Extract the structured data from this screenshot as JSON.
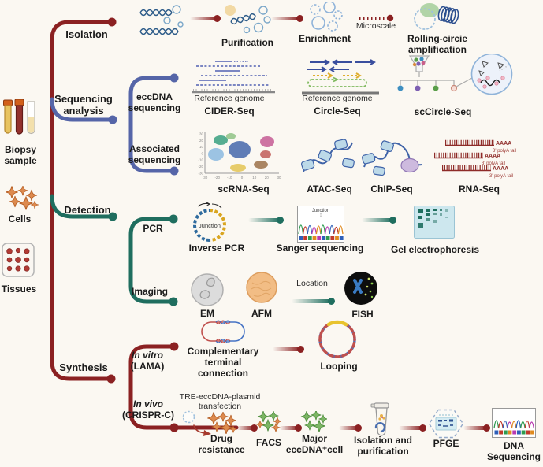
{
  "figure": {
    "bg": "#fbf8f2"
  },
  "colors": {
    "maroon": "#8b2122",
    "blue": "#5565a8",
    "teal": "#1f6e5f"
  },
  "samples": {
    "biopsy": "Biopsy\nsample",
    "cells": "Cells",
    "tissues": "Tissues"
  },
  "tree": {
    "isolation": "Isolation",
    "sequencing_analysis": "Sequencing\nanalysis",
    "detection": "Detection",
    "synthesis": "Synthesis",
    "eccdna_sequencing": "eccDNA\nsequencing",
    "associated_sequencing": "Associated\nsequencing",
    "pcr": "PCR",
    "imaging": "Imaging",
    "in_vitro": "In vitro",
    "in_vitro_sub": "(LAMA)",
    "in_vivo": "In vivo",
    "in_vivo_sub": "(CRISPR-C)"
  },
  "isolation_row": {
    "purification": "Purification",
    "enrichment": "Enrichment",
    "microscale": "Microscale",
    "rolling_circle": "Rolling-circie amplification"
  },
  "eccdna_row": {
    "cider_caption": "Reference genome",
    "cider": "CIDER-Seq",
    "circleseq_caption": "Reference genome",
    "circleseq": "Circle-Seq",
    "sccircleseq": "scCircle-Seq"
  },
  "associated_row": {
    "scrna": "scRNA-Seq",
    "atac": "ATAC-Seq",
    "chip": "ChIP-Seq",
    "rna": "RNA-Seq",
    "aaaa": "AAAA",
    "polya_tail": "3' polyA tail"
  },
  "pcr_row": {
    "junction": "Junction",
    "inverse_pcr": "Inverse PCR",
    "sanger_junction": "Junction",
    "sanger": "Sanger sequencing",
    "gel": "Gel electrophoresis"
  },
  "imaging_row": {
    "em": "EM",
    "afm": "AFM",
    "location": "Location",
    "fish": "FISH"
  },
  "invitro_row": {
    "complementary": "Complementary\nterminal\nconnection",
    "looping": "Looping"
  },
  "invivo_row": {
    "transfection": "TRE-eccDNA-plasmid\ntransfection",
    "drug_resistance": "Drug\nresistance",
    "facs": "FACS",
    "major_cell": "Major\neccDNA⁺cell",
    "isolation_purification": "Isolation and\npurification",
    "pfge": "PFGE",
    "dna_sequencing": "DNA\nSequencing"
  },
  "chart_data": {
    "type": "scatter",
    "context": "scRNA-Seq t-SNE embedding icon",
    "xticks": [
      -30,
      -20,
      -10,
      0,
      10,
      20,
      30
    ],
    "yticks": [
      30,
      20,
      10,
      0,
      -10,
      -20,
      -30
    ],
    "xlim": [
      -30,
      30
    ],
    "ylim": [
      -30,
      30
    ],
    "grid": false,
    "clusters": [
      {
        "color": "#2e9b7a"
      },
      {
        "color": "#85b6e0"
      },
      {
        "color": "#3a5fa8"
      },
      {
        "color": "#e3c24a"
      },
      {
        "color": "#c2538f"
      },
      {
        "color": "#bf544f"
      },
      {
        "color": "#96693f"
      }
    ]
  }
}
